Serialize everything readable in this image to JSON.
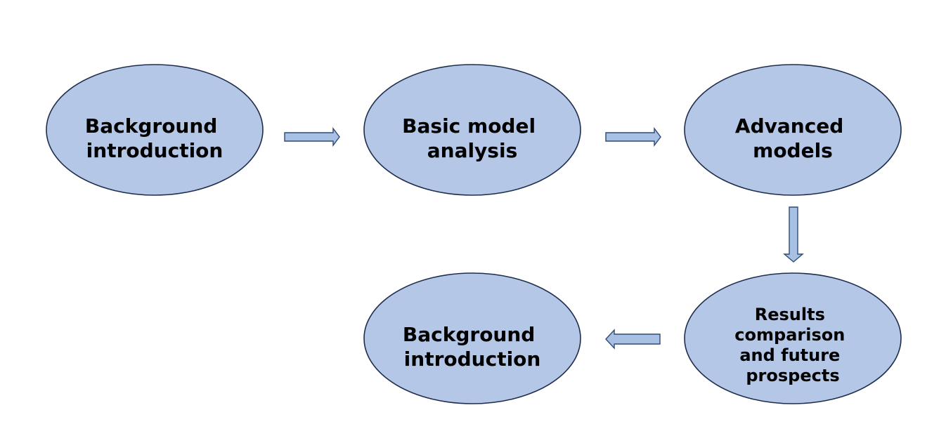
{
  "diagram": {
    "nodes": [
      {
        "id": "n1",
        "lines": [
          "Background",
          "introduction"
        ]
      },
      {
        "id": "n2",
        "lines": [
          "Basic model",
          "analysis"
        ]
      },
      {
        "id": "n3",
        "lines": [
          "Advanced",
          "models"
        ]
      },
      {
        "id": "n4",
        "lines": [
          "Results",
          "comparison",
          "and future",
          "prospects"
        ]
      },
      {
        "id": "n5",
        "lines": [
          "Background",
          "introduction"
        ]
      }
    ],
    "edges": [
      {
        "from": "n1",
        "to": "n2",
        "direction": "right"
      },
      {
        "from": "n2",
        "to": "n3",
        "direction": "right"
      },
      {
        "from": "n3",
        "to": "n4",
        "direction": "down"
      },
      {
        "from": "n4",
        "to": "n5",
        "direction": "left"
      }
    ],
    "colors": {
      "node_fill": "#b4c7e7",
      "node_stroke": "#1f2d4d",
      "arrow_fill": "#a7c0e4",
      "arrow_stroke": "#2e4a75"
    }
  }
}
